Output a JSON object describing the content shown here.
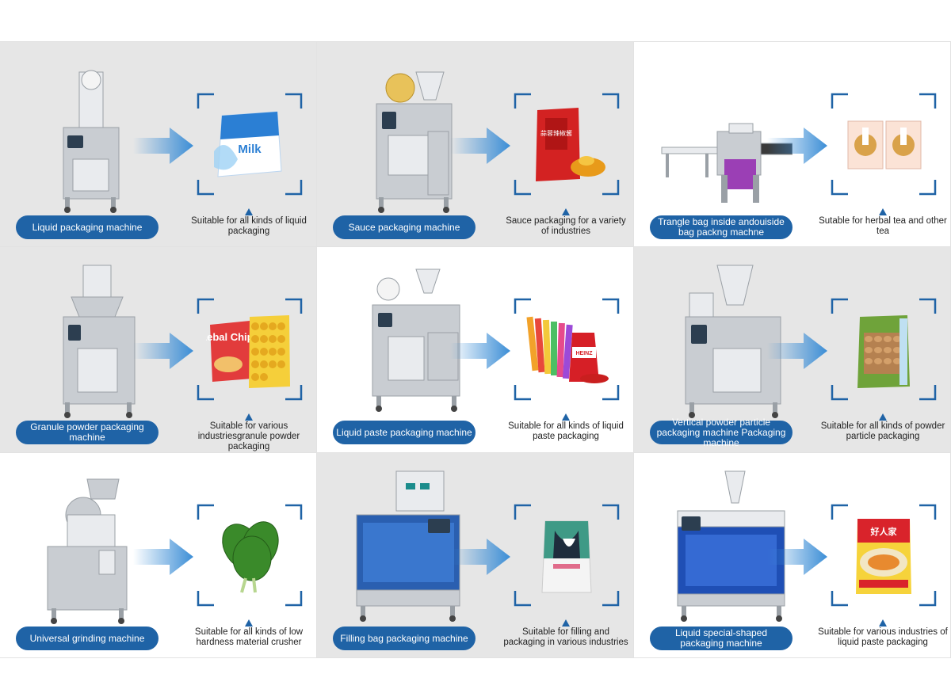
{
  "colors": {
    "accent": "#1f63a6",
    "arrow": "#3c8ed6",
    "frame": "#1f63a6",
    "gray_cell": "#e6e6e6",
    "white_cell": "#ffffff"
  },
  "cells": [
    {
      "title": "Liquid packaging machine",
      "description": "Suitable for all kinds of liquid packaging",
      "bg": "gray",
      "machine_icon": "vertical-liquid-packer-icon",
      "product_icon": "milk-pouch-icon",
      "product_text": "Milk"
    },
    {
      "title": "Sauce packaging machine",
      "description": "Sauce packaging for a variety of industries",
      "bg": "gray",
      "machine_icon": "sauce-packer-icon",
      "product_icon": "sauce-sachet-icon",
      "product_text": "蒜蓉辣椒酱"
    },
    {
      "title": "Trangle bag inside andouiside bag packng machne",
      "description": "Sutable for herbal tea and other tea",
      "bg": "white",
      "machine_icon": "pillow-flow-wrapper-icon",
      "product_icon": "tea-bag-icon",
      "product_text": ""
    },
    {
      "title": "Granule powder packaging machine",
      "description": "Suitable for various industriesgranule powder packaging",
      "bg": "gray",
      "machine_icon": "granule-packer-icon",
      "product_icon": "chips-bags-icon",
      "product_text": "Lebal Chips"
    },
    {
      "title": "Liquid paste packaging machine",
      "description": "Suitable for all kinds of liquid paste packaging",
      "bg": "white",
      "machine_icon": "paste-packer-icon",
      "product_icon": "ketchup-icon",
      "product_text": "HEINZ"
    },
    {
      "title": "Vertical powder particle packaging machine Packaging machine",
      "description": "Suitable for all kinds of powder particle packaging",
      "bg": "gray",
      "machine_icon": "vertical-powder-packer-icon",
      "product_icon": "nuts-bag-icon",
      "product_text": ""
    },
    {
      "title": "Universal grinding machine",
      "description": "Suitable for all kinds of low hardness material crusher",
      "bg": "white",
      "machine_icon": "grinder-icon",
      "product_icon": "spinach-icon",
      "product_text": ""
    },
    {
      "title": "Filling bag packaging machine",
      "description": "Suitable for filling and packaging in various industries",
      "bg": "gray",
      "machine_icon": "bag-filling-machine-icon",
      "product_icon": "stand-up-pouch-icon",
      "product_text": ""
    },
    {
      "title": "Liquid special-shaped packaging machine",
      "description": "Suitable for various industries of liquid paste packaging",
      "bg": "white",
      "machine_icon": "special-shaped-packer-icon",
      "product_icon": "seasoning-bag-icon",
      "product_text": "好人家"
    }
  ]
}
